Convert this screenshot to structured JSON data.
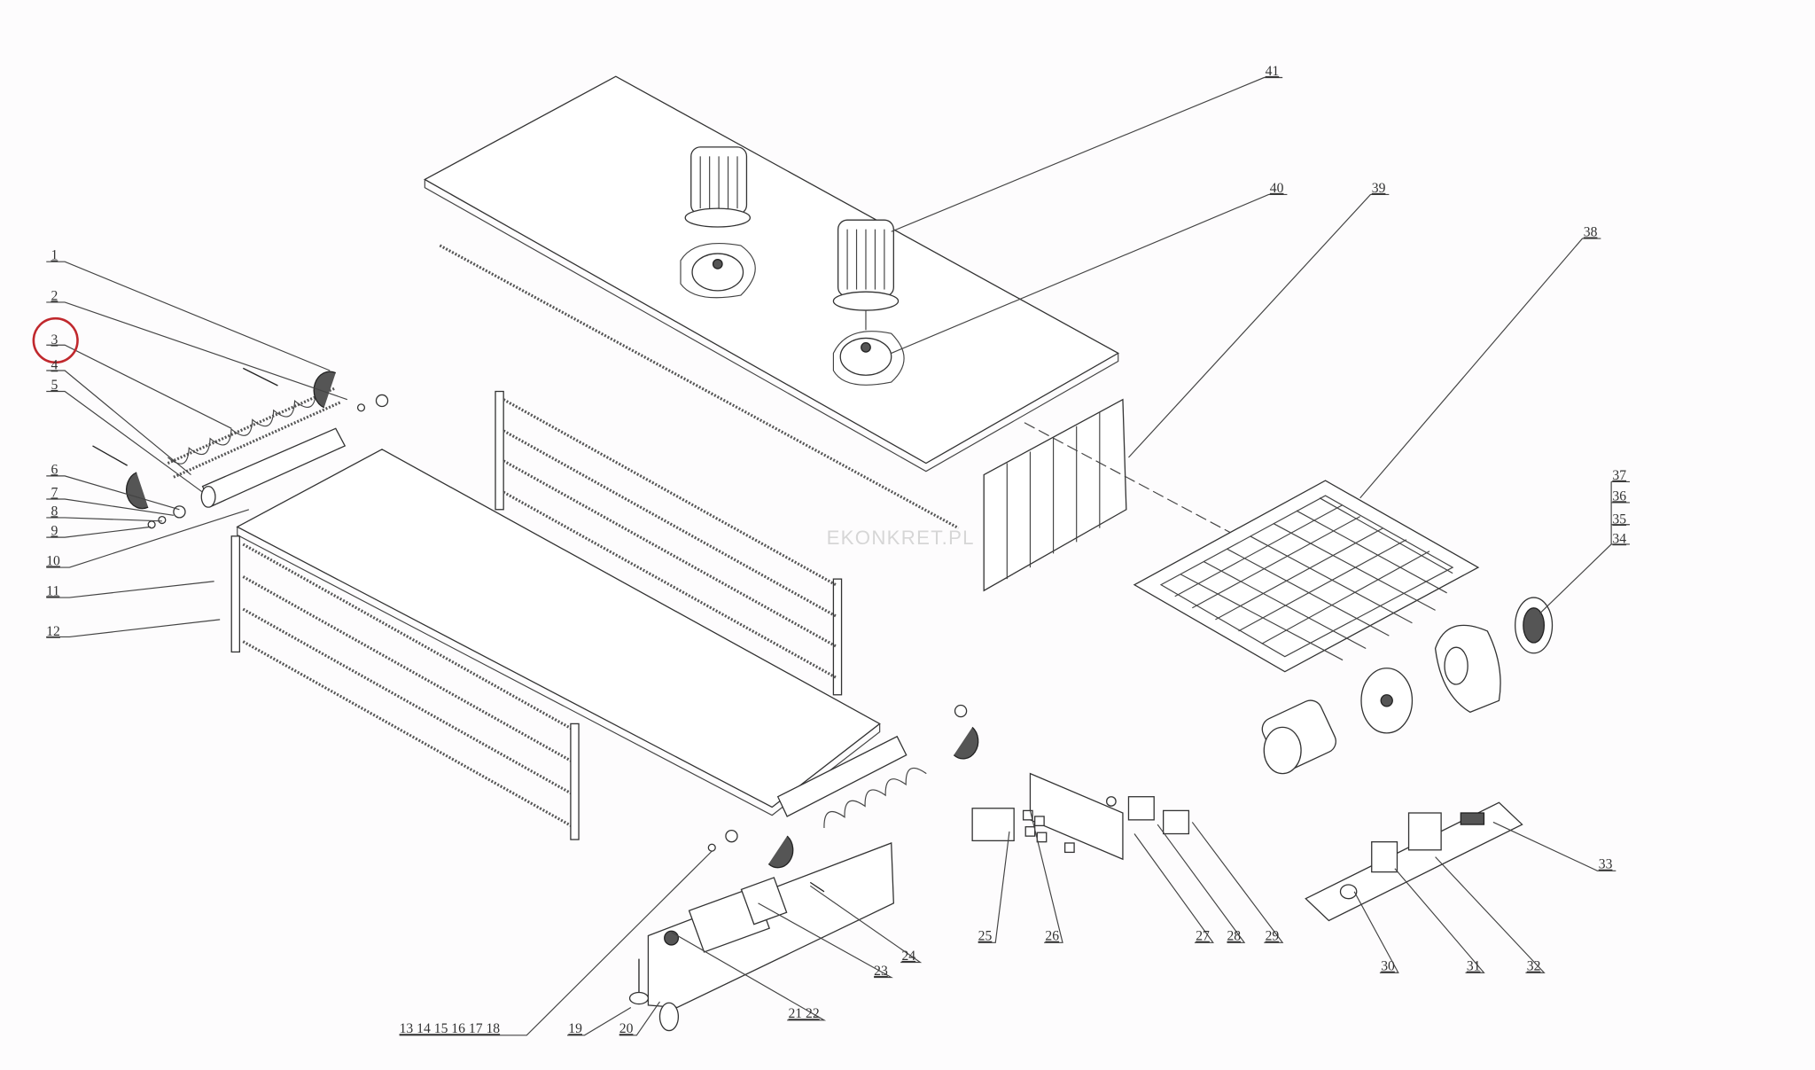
{
  "diagram": {
    "watermark": "EKONKRET.PL",
    "highlight_color": "#c0282d",
    "highlighted_label": "3",
    "labels": {
      "l1": "1",
      "l2": "2",
      "l3": "3",
      "l4": "4",
      "l5": "5",
      "l6": "6",
      "l7": "7",
      "l8": "8",
      "l9": "9",
      "l10": "10",
      "l11": "11",
      "l12": "12",
      "l13": "13 14 15 16 17 18",
      "l19": "19",
      "l20": "20",
      "l21": "21 22",
      "l23": "23",
      "l24": "24",
      "l25": "25",
      "l26": "26",
      "l27": "27",
      "l28": "28",
      "l29": "29",
      "l30": "30",
      "l31": "31",
      "l32": "32",
      "l33": "33",
      "l34": "34",
      "l35": "35",
      "l36": "36",
      "l37": "37",
      "l38": "38",
      "l39": "39",
      "l40": "40",
      "l41": "41"
    }
  }
}
